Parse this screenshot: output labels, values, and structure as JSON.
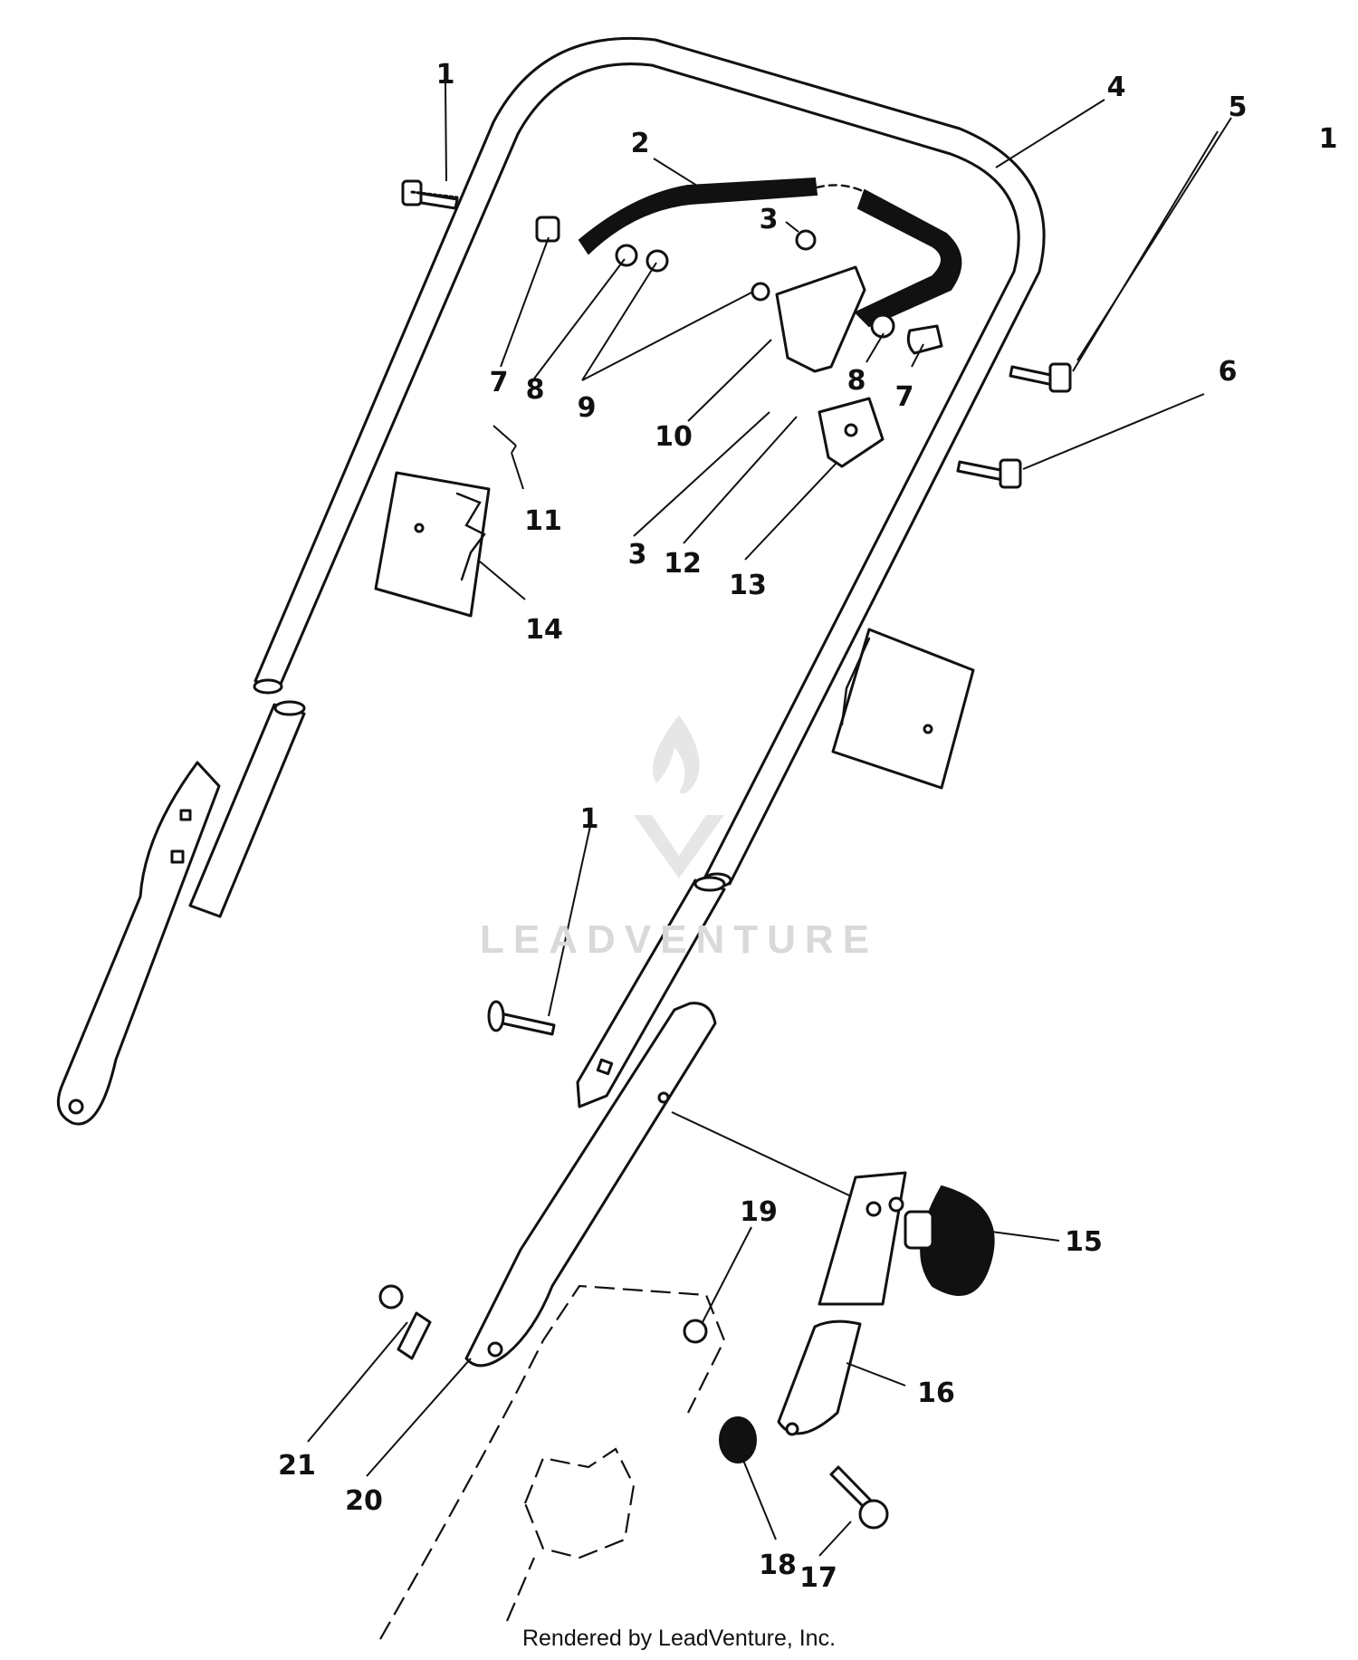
{
  "diagram": {
    "callouts": [
      {
        "number": "1"
      },
      {
        "number": "2"
      },
      {
        "number": "3"
      },
      {
        "number": "4"
      },
      {
        "number": "5"
      },
      {
        "number": "1"
      },
      {
        "number": "6"
      },
      {
        "number": "7"
      },
      {
        "number": "8"
      },
      {
        "number": "9"
      },
      {
        "number": "8"
      },
      {
        "number": "7"
      },
      {
        "number": "10"
      },
      {
        "number": "3"
      },
      {
        "number": "12"
      },
      {
        "number": "13"
      },
      {
        "number": "11"
      },
      {
        "number": "14"
      },
      {
        "number": "1"
      },
      {
        "number": "19"
      },
      {
        "number": "15"
      },
      {
        "number": "16"
      },
      {
        "number": "21"
      },
      {
        "number": "20"
      },
      {
        "number": "18"
      },
      {
        "number": "17"
      }
    ]
  },
  "watermark": {
    "text": "LEADVENTURE"
  },
  "footer": {
    "text": "Rendered by LeadVenture, Inc."
  },
  "colors": {
    "line": "#111111",
    "background": "#ffffff",
    "watermark": "#d9d9d9"
  }
}
